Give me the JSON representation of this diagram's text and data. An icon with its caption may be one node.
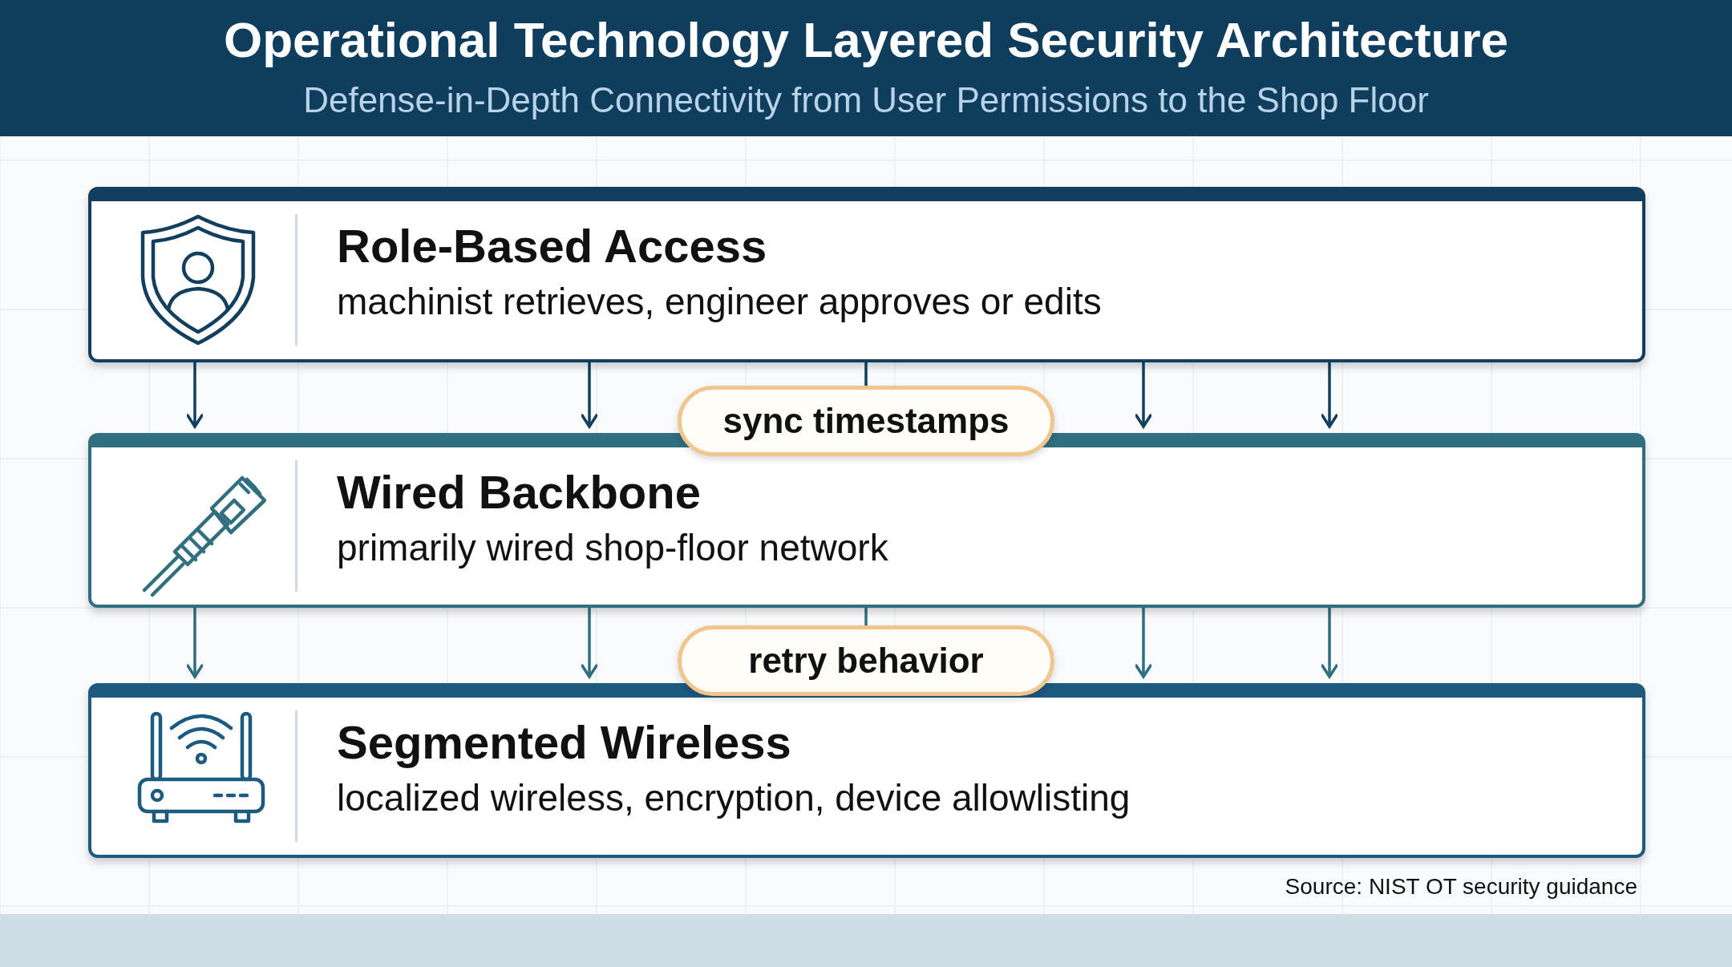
{
  "diagram": {
    "title": "Operational Technology Layered Security Architecture",
    "caption": "Defense-in-Depth Connectivity from User Permissions to the Shop Floor",
    "nodes": [
      {
        "text": [
          "Role-Based Access",
          "machinist retrieves, engineer approves or edits"
        ]
      },
      {
        "text": [
          "Wired Backbone",
          "primarily wired shop-floor network"
        ]
      },
      {
        "text": [
          "Segmented Wireless",
          "localized wireless, encryption, device allowlisting"
        ]
      },
      {
        "text": [
          "sync timestamps"
        ]
      },
      {
        "text": [
          "retry behavior"
        ]
      }
    ],
    "edges": [
      {
        "from": 0,
        "to": 3,
        "arrow": "none"
      },
      {
        "from": 0,
        "to": 1,
        "arrow": "to"
      },
      {
        "from": 0,
        "to": 1,
        "arrow": "to"
      },
      {
        "from": 0,
        "to": 1,
        "arrow": "to"
      },
      {
        "from": 0,
        "to": 1,
        "arrow": "to"
      },
      {
        "from": 1,
        "to": 4,
        "arrow": "none",
        "color": "#2f6f80"
      },
      {
        "from": 1,
        "to": 2,
        "arrow": "to",
        "color": "#2f6f80"
      },
      {
        "from": 1,
        "to": 2,
        "arrow": "to",
        "color": "#2f6f80"
      },
      {
        "from": 1,
        "to": 2,
        "arrow": "to",
        "color": "#2f6f80"
      },
      {
        "from": 1,
        "to": 2,
        "arrow": "to",
        "color": "#2f6f80"
      }
    ],
    "labels": [
      "Source: NIST OT security guidance"
    ]
  }
}
